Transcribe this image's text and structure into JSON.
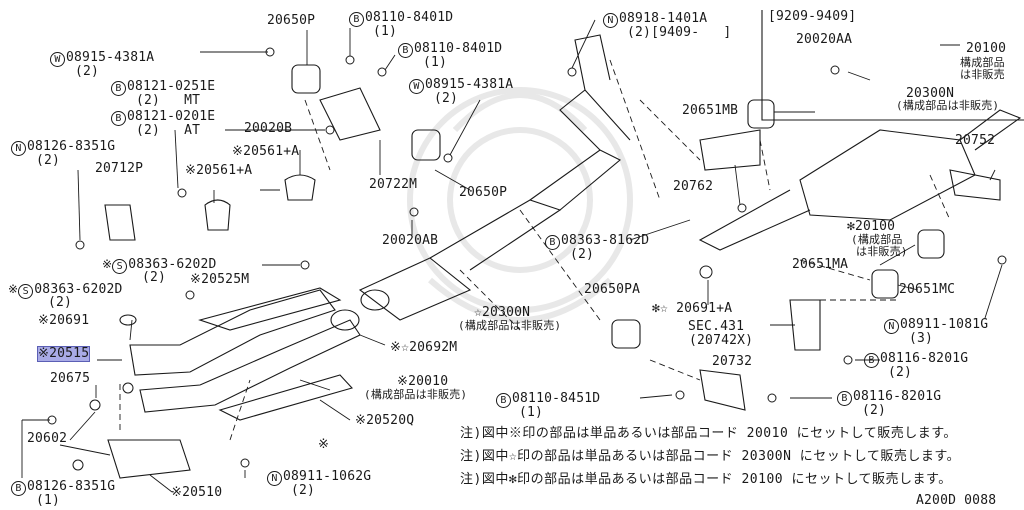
{
  "diagram_code": "A200D 0088",
  "highlighted_part": "※20515",
  "inset_box": {
    "header": "[9209-9409]",
    "labels": [
      "20020AA",
      "20100",
      "構成部品",
      "は非販売",
      "20300N",
      "(構成部品は非販売)"
    ]
  },
  "labels": {
    "p20650P_top": "20650P",
    "b08110_8401D_a": "08110-8401D",
    "b08110_8401D_a_q": "(1)",
    "b08110_8401D_b": "08110-8401D",
    "b08110_8401D_b_q": "(1)",
    "n08918": "08918-1401A",
    "n08918_q": "(2)[9409-   ]",
    "w08915_a": "08915-4381A",
    "w08915_a_q": "(2)",
    "w08915_b": "08915-4381A",
    "w08915_b_q": "(2)",
    "b08121_0251E": "08121-0251E",
    "b08121_0251E_q": "(2)   MT",
    "b08121_0201E": "08121-0201E",
    "b08121_0201E_q": "(2)   AT",
    "p20020B": "20020B",
    "n08126_top": "08126-8351G",
    "n08126_top_q": "(2)",
    "p20561A_a": "※20561+A",
    "p20561A_b": "※20561+A",
    "p20712P": "20712P",
    "p20722M": "20722M",
    "p20650P_mid": "20650P",
    "p20651MB": "20651MB",
    "p20762": "20762",
    "p20752": "20752",
    "p20100": "✻20100",
    "p20100_n1": "(構成部品",
    "p20100_n2": "は非販売)",
    "p20020AB": "20020AB",
    "b08363_8162D": "08363-8162D",
    "b08363_8162D_q": "(2)",
    "s08363_a": "08363-6202D",
    "s08363_a_q": "(2)",
    "s08363_b": "08363-6202D",
    "s08363_b_q": "(2)",
    "p20525M": "※20525M",
    "p20650PA": "20650PA",
    "p20691A": "✻☆ 20691+A",
    "p20651MA": "20651MA",
    "p20651MC": "20651MC",
    "p20300N": "☆20300N",
    "p20300N_n": "(構成部品は非販売)",
    "sec431": "SEC.431",
    "sec431_sub": "(20742X)",
    "n08911_1081G": "08911-1081G",
    "n08911_1081G_q": "(3)",
    "p20691": "※20691",
    "p20692M": "※☆20692M",
    "p20732": "20732",
    "b08116_a": "08116-8201G",
    "b08116_a_q": "(2)",
    "p20515": "※20515",
    "p20010": "※20010",
    "p20010_n": "(構成部品は非販売)",
    "p20675": "20675",
    "b08110_8451D": "08110-8451D",
    "b08110_8451D_q": "(1)",
    "b08116_b": "08116-8201G",
    "b08116_b_q": "(2)",
    "p20520Q": "※20520Q",
    "p20602": "20602",
    "mark_only": "※",
    "b08126_bot": "08126-8351G",
    "b08126_bot_q": "(1)",
    "p20510": "※20510",
    "n08911_1062G": "08911-1062G",
    "n08911_1062G_q": "(2)"
  },
  "notes": [
    "注)図中※印の部品は単品あるいは部品コード 20010 にセットして販売します。",
    "注)図中☆印の部品は単品あるいは部品コード 20300N にセットして販売します。",
    "注)図中✻印の部品は単品あるいは部品コード 20100 にセットして販売します。"
  ],
  "prefix": {
    "B": "B",
    "N": "N",
    "W": "W",
    "S": "S"
  },
  "colors": {
    "ink": "#1a1a1a",
    "highlight": "#a9abe6"
  }
}
